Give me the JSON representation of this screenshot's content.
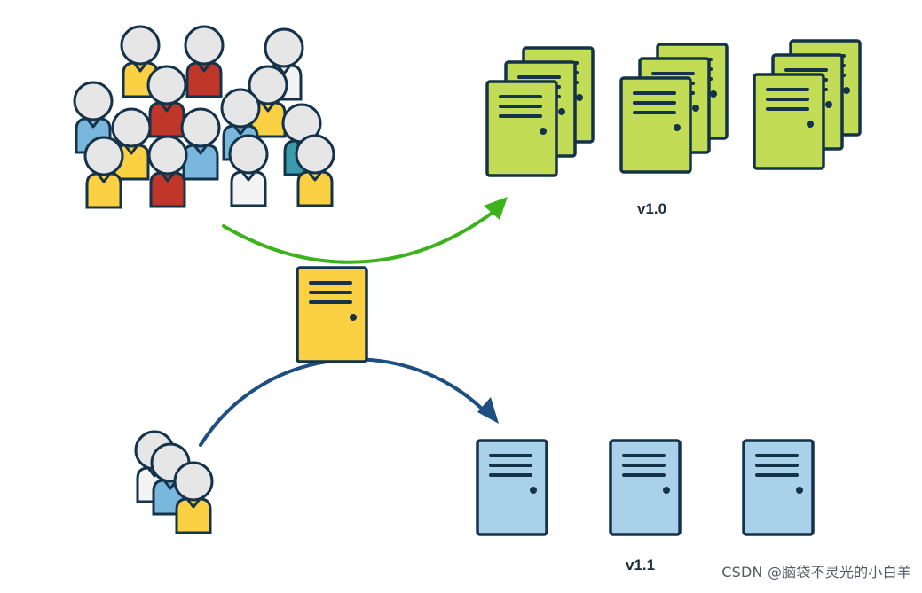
{
  "labels": {
    "v1_0": "v1.0",
    "v1_1": "v1.1"
  },
  "watermark": "CSDN @脑袋不灵光的小白羊",
  "colors": {
    "outline": "#14324a",
    "server_green": "#c3dc55",
    "server_blue": "#a9d1ea",
    "server_yellow": "#fcd043",
    "arrow_green": "#3cb21c",
    "arrow_blue": "#1d4f82",
    "head": "#e6e6e6",
    "shirt_yellow": "#fcd043",
    "shirt_red": "#c0372a",
    "shirt_blue": "#7ab7dd",
    "shirt_white": "#f4f4f4",
    "shirt_teal": "#3a9bab"
  },
  "icons": {
    "server": "server-icon",
    "person": "person-icon",
    "load_balancer": "load-balancer-icon"
  }
}
